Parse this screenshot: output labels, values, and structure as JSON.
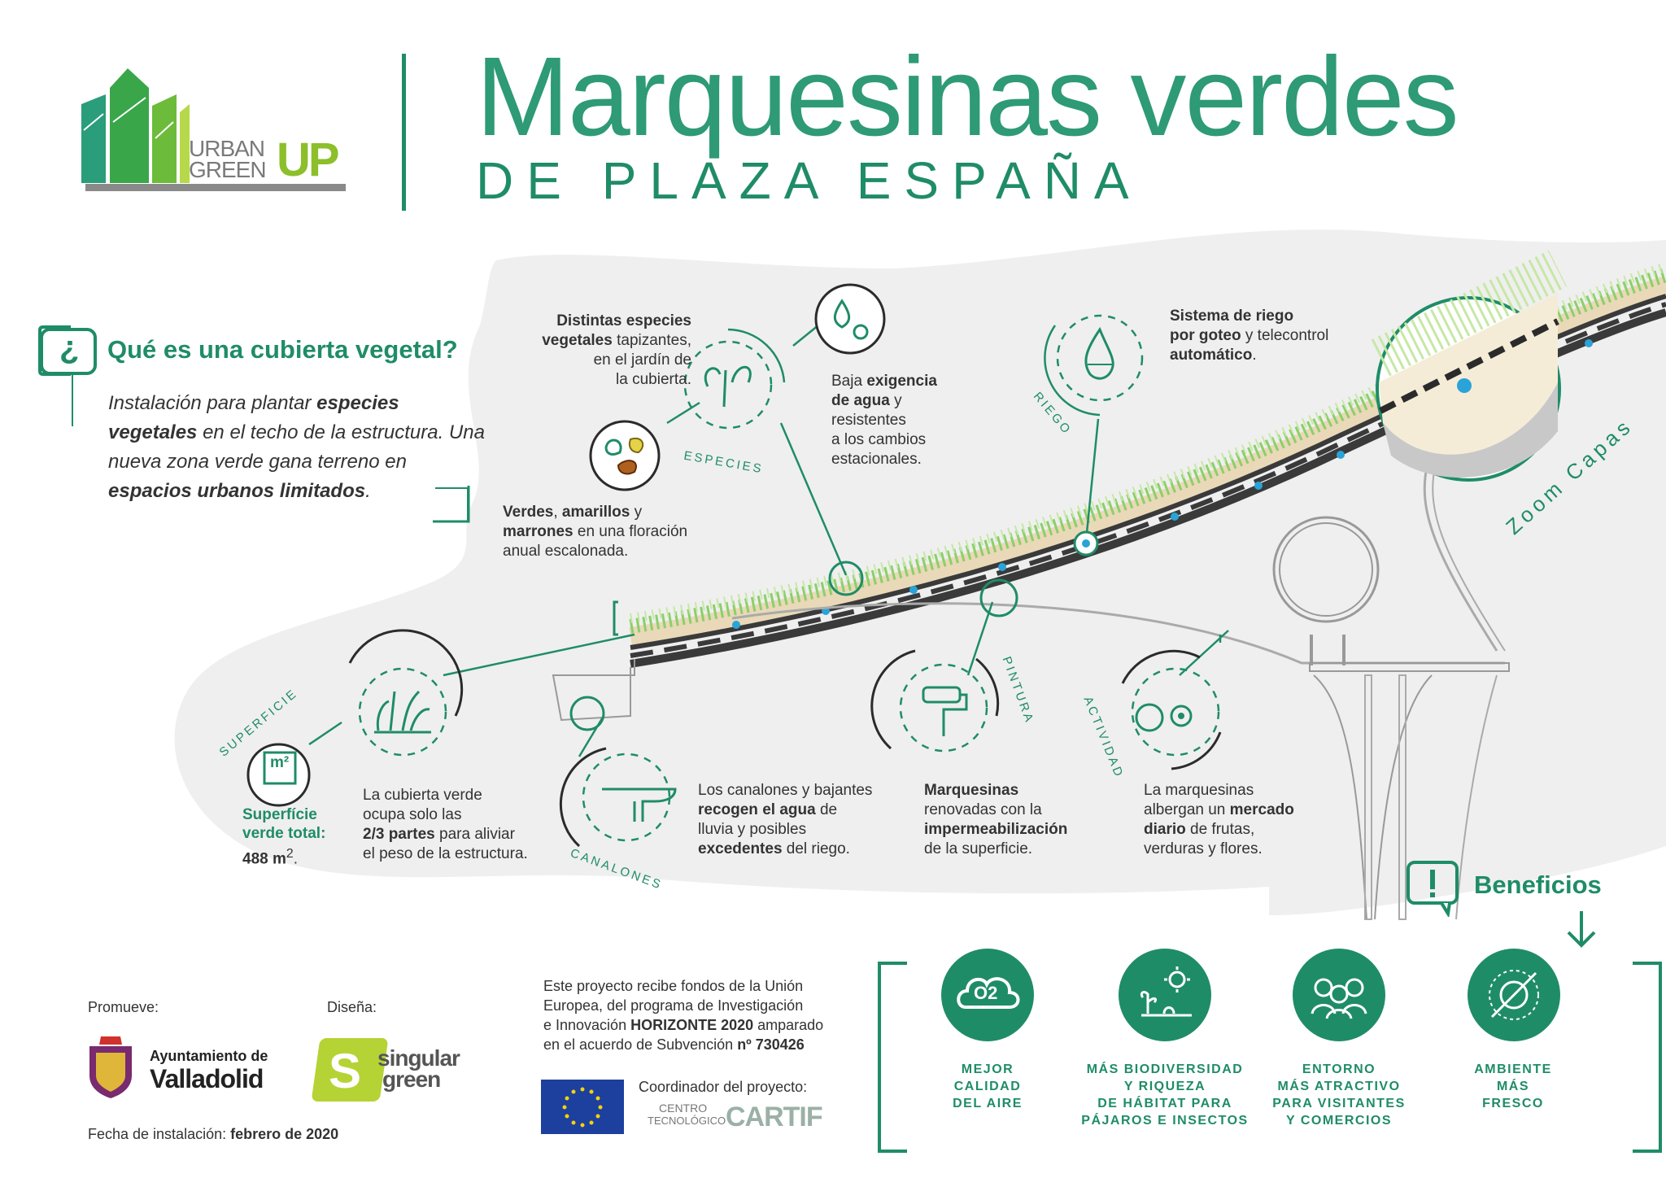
{
  "header": {
    "title": "Marquesinas verdes",
    "subtitle": "DE PLAZA ESPAÑA",
    "logo": {
      "line1": "URBAN",
      "line2": "GREEN",
      "mark": "UP"
    }
  },
  "intro": {
    "heading": "Qué es una cubierta vegetal?",
    "icon_glyph": "¿",
    "text_html": "Instalación para plantar <b>especies vegetales</b> en el techo de la estructura. Una nueva zona verde gana terreno en <b>espacios urbanos limitados</b>."
  },
  "labels": {
    "especies": "ESPECIES",
    "riego": "RIEGO",
    "superficie": "SUPERFICIE",
    "canalones": "CANALONES",
    "pintura": "PINTURA",
    "actividad": "ACTIVIDAD",
    "zoom": "Zoom Capas",
    "m2": "m²"
  },
  "callouts": {
    "especies_html": "<b>Distintas especies vegetales</b> tapizantes,<br>en el jardín de<br>la cubierta.",
    "agua_html": "Baja <b>exigencia<br>de agua</b> y<br>resistentes<br>a los cambios<br>estacionales.",
    "colores_html": "<b>Verdes</b>, <b>amarillos</b> y<br><b>marrones</b> en una floración<br>anual escalonada.",
    "riego_html": "<b>Sistema de riego<br>por goteo</b> y telecontrol<br><b>automático</b>.",
    "superficie_total_html": "Superfície<br>verde total:",
    "superficie_valor_html": "<b>488 m</b><sup>2</sup>.",
    "superficie_text_html": "La cubierta verde<br>ocupa solo las<br><b>2/3 partes</b> para aliviar<br>el peso de la estructura.",
    "canalones_html": "Los canalones y bajantes<br><b>recogen el agua</b> de<br>lluvia y posibles<br><b>excedentes</b> del riego.",
    "pintura_html": "<b>Marquesinas</b><br>renovadas con la<br><b>impermeabilización</b><br>de la superficie.",
    "actividad_html": "La marquesinas<br>albergan un <b>mercado<br>diario</b> de frutas,<br>verduras y flores."
  },
  "beneficios": {
    "title": "Beneficios",
    "items": [
      {
        "caption_html": "MEJOR<br>CALIDAD<br>DEL AIRE",
        "icon": "o2-cloud-icon",
        "icon_text": "O2"
      },
      {
        "caption_html": "MÁS BIODIVERSIDAD<br>Y RIQUEZA<br>DE HÁBITAT PARA<br>PÁJAROS E INSECTOS",
        "icon": "biodiversity-icon"
      },
      {
        "caption_html": "ENTORNO<br>MÁS ATRACTIVO<br>PARA VISITANTES<br>Y COMERCIOS",
        "icon": "people-icon"
      },
      {
        "caption_html": "AMBIENTE<br>MÁS<br>FRESCO",
        "icon": "cool-sun-icon"
      }
    ]
  },
  "footer": {
    "promueve": "Promueve:",
    "disena": "Diseña:",
    "ayto_line1": "Ayuntamiento de",
    "ayto_line2": "Valladolid",
    "singular_line1": "singular",
    "singular_line2": "green",
    "singular_mark": "S",
    "fecha_html": "Fecha de instalación: <b>febrero de 2020</b>",
    "fondos_html": "Este proyecto recibe fondos de la Unión<br>Europea, del programa de Investigación<br>e Innovación <b>HORIZONTE 2020</b> amparado<br>en el acuerdo de Subvención <b>nº 730426</b>",
    "coordinador": "Coordinador del proyecto:",
    "centro_line1": "CENTRO",
    "centro_line2": "TECNOLÓGICO",
    "cartif": "CARTIF"
  },
  "colors": {
    "primary": "#1f8c68",
    "accent": "#8cbf2a",
    "background_blob": "#efefef"
  }
}
